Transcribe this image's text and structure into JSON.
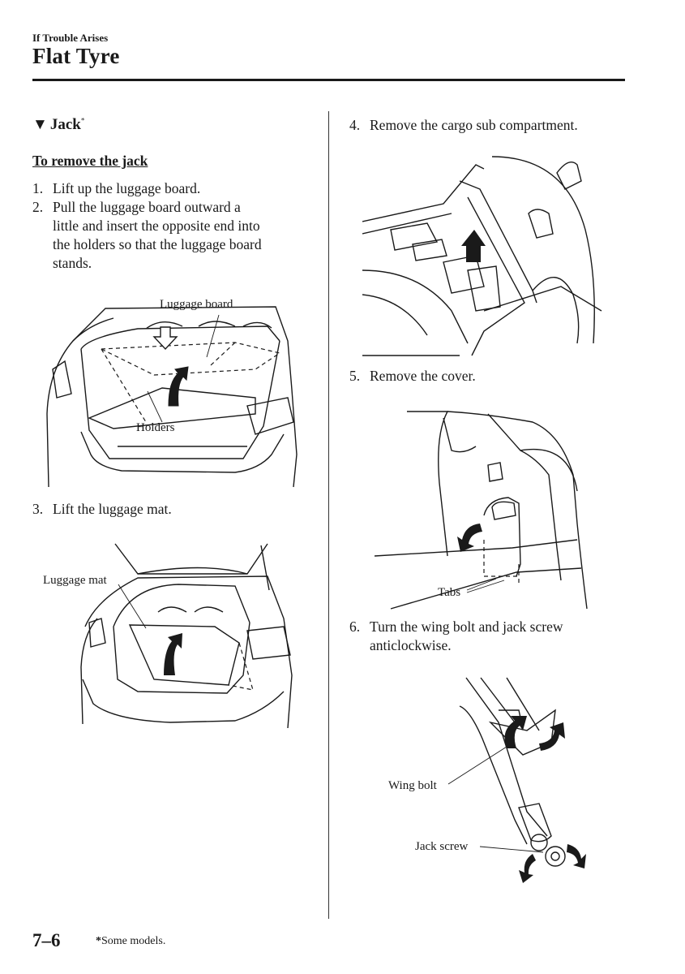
{
  "header": {
    "section_label": "If Trouble Arises",
    "title": "Flat Tyre"
  },
  "left": {
    "heading": "Jack",
    "heading_marker": "*",
    "subheading": "To remove the jack",
    "steps_1_2": [
      {
        "num": "1.",
        "lines": [
          "Lift up the luggage board."
        ]
      },
      {
        "num": "2.",
        "lines": [
          "Pull the luggage board outward a",
          "little and insert the opposite end into",
          "the holders so that the luggage board",
          "stands."
        ]
      }
    ],
    "fig1": {
      "label_board": "Luggage board",
      "label_holders": "Holders"
    },
    "step3": {
      "num": "3.",
      "text": "Lift the luggage mat."
    },
    "fig2": {
      "label_mat": "Luggage mat"
    }
  },
  "right": {
    "step4": {
      "num": "4.",
      "text": "Remove the cargo sub compartment."
    },
    "step5": {
      "num": "5.",
      "text": "Remove the cover."
    },
    "fig4": {
      "label_tabs": "Tabs"
    },
    "step6": {
      "num": "6.",
      "lines": [
        "Turn the wing bolt and jack screw",
        "anticlockwise."
      ]
    },
    "fig5": {
      "label_wing_bolt": "Wing bolt",
      "label_jack_screw": "Jack screw"
    }
  },
  "footer": {
    "page_number": "7–6",
    "footnote_marker": "*",
    "footnote_text": "Some models."
  }
}
